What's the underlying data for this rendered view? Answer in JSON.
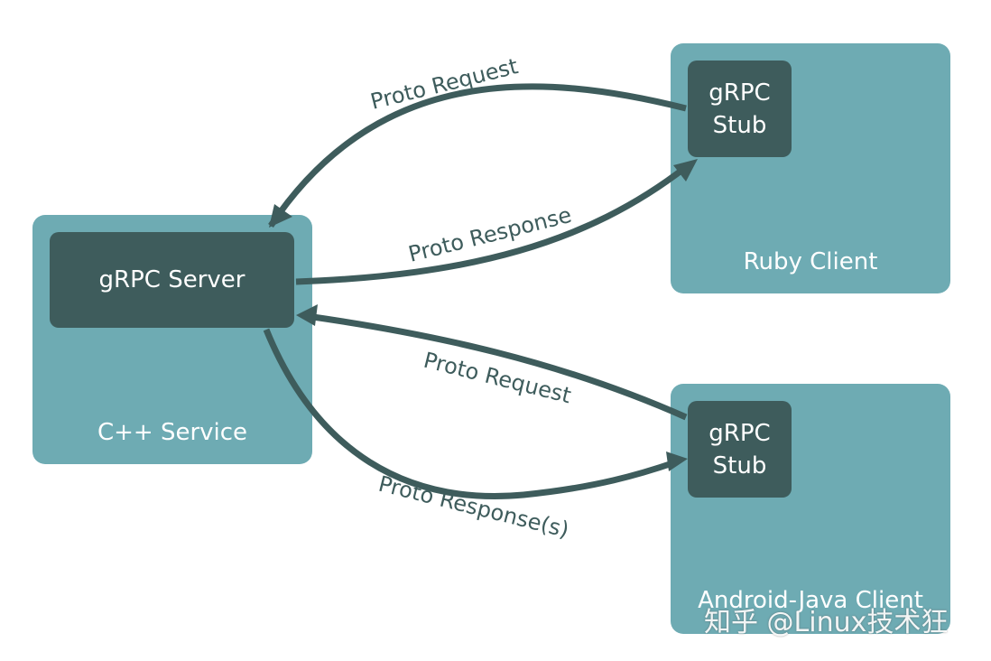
{
  "nodes": {
    "cpp_service": {
      "label": "C++ Service",
      "server_label": "gRPC Server"
    },
    "ruby_client": {
      "label": "Ruby Client",
      "stub_label": "gRPC\nStub"
    },
    "android_client": {
      "label": "Android-Java Client",
      "stub_label": "gRPC\nStub"
    }
  },
  "edges": {
    "ruby_request": "Proto Request",
    "ruby_response": "Proto Response",
    "android_request": "Proto Request",
    "android_response": "Proto Response(s)"
  },
  "watermark": "知乎 @Linux技术狂",
  "colors": {
    "outer_box": "#6eabb3",
    "inner_box": "#3e5c5c",
    "arrow": "#3e5c5c",
    "text_light": "#ffffff"
  }
}
